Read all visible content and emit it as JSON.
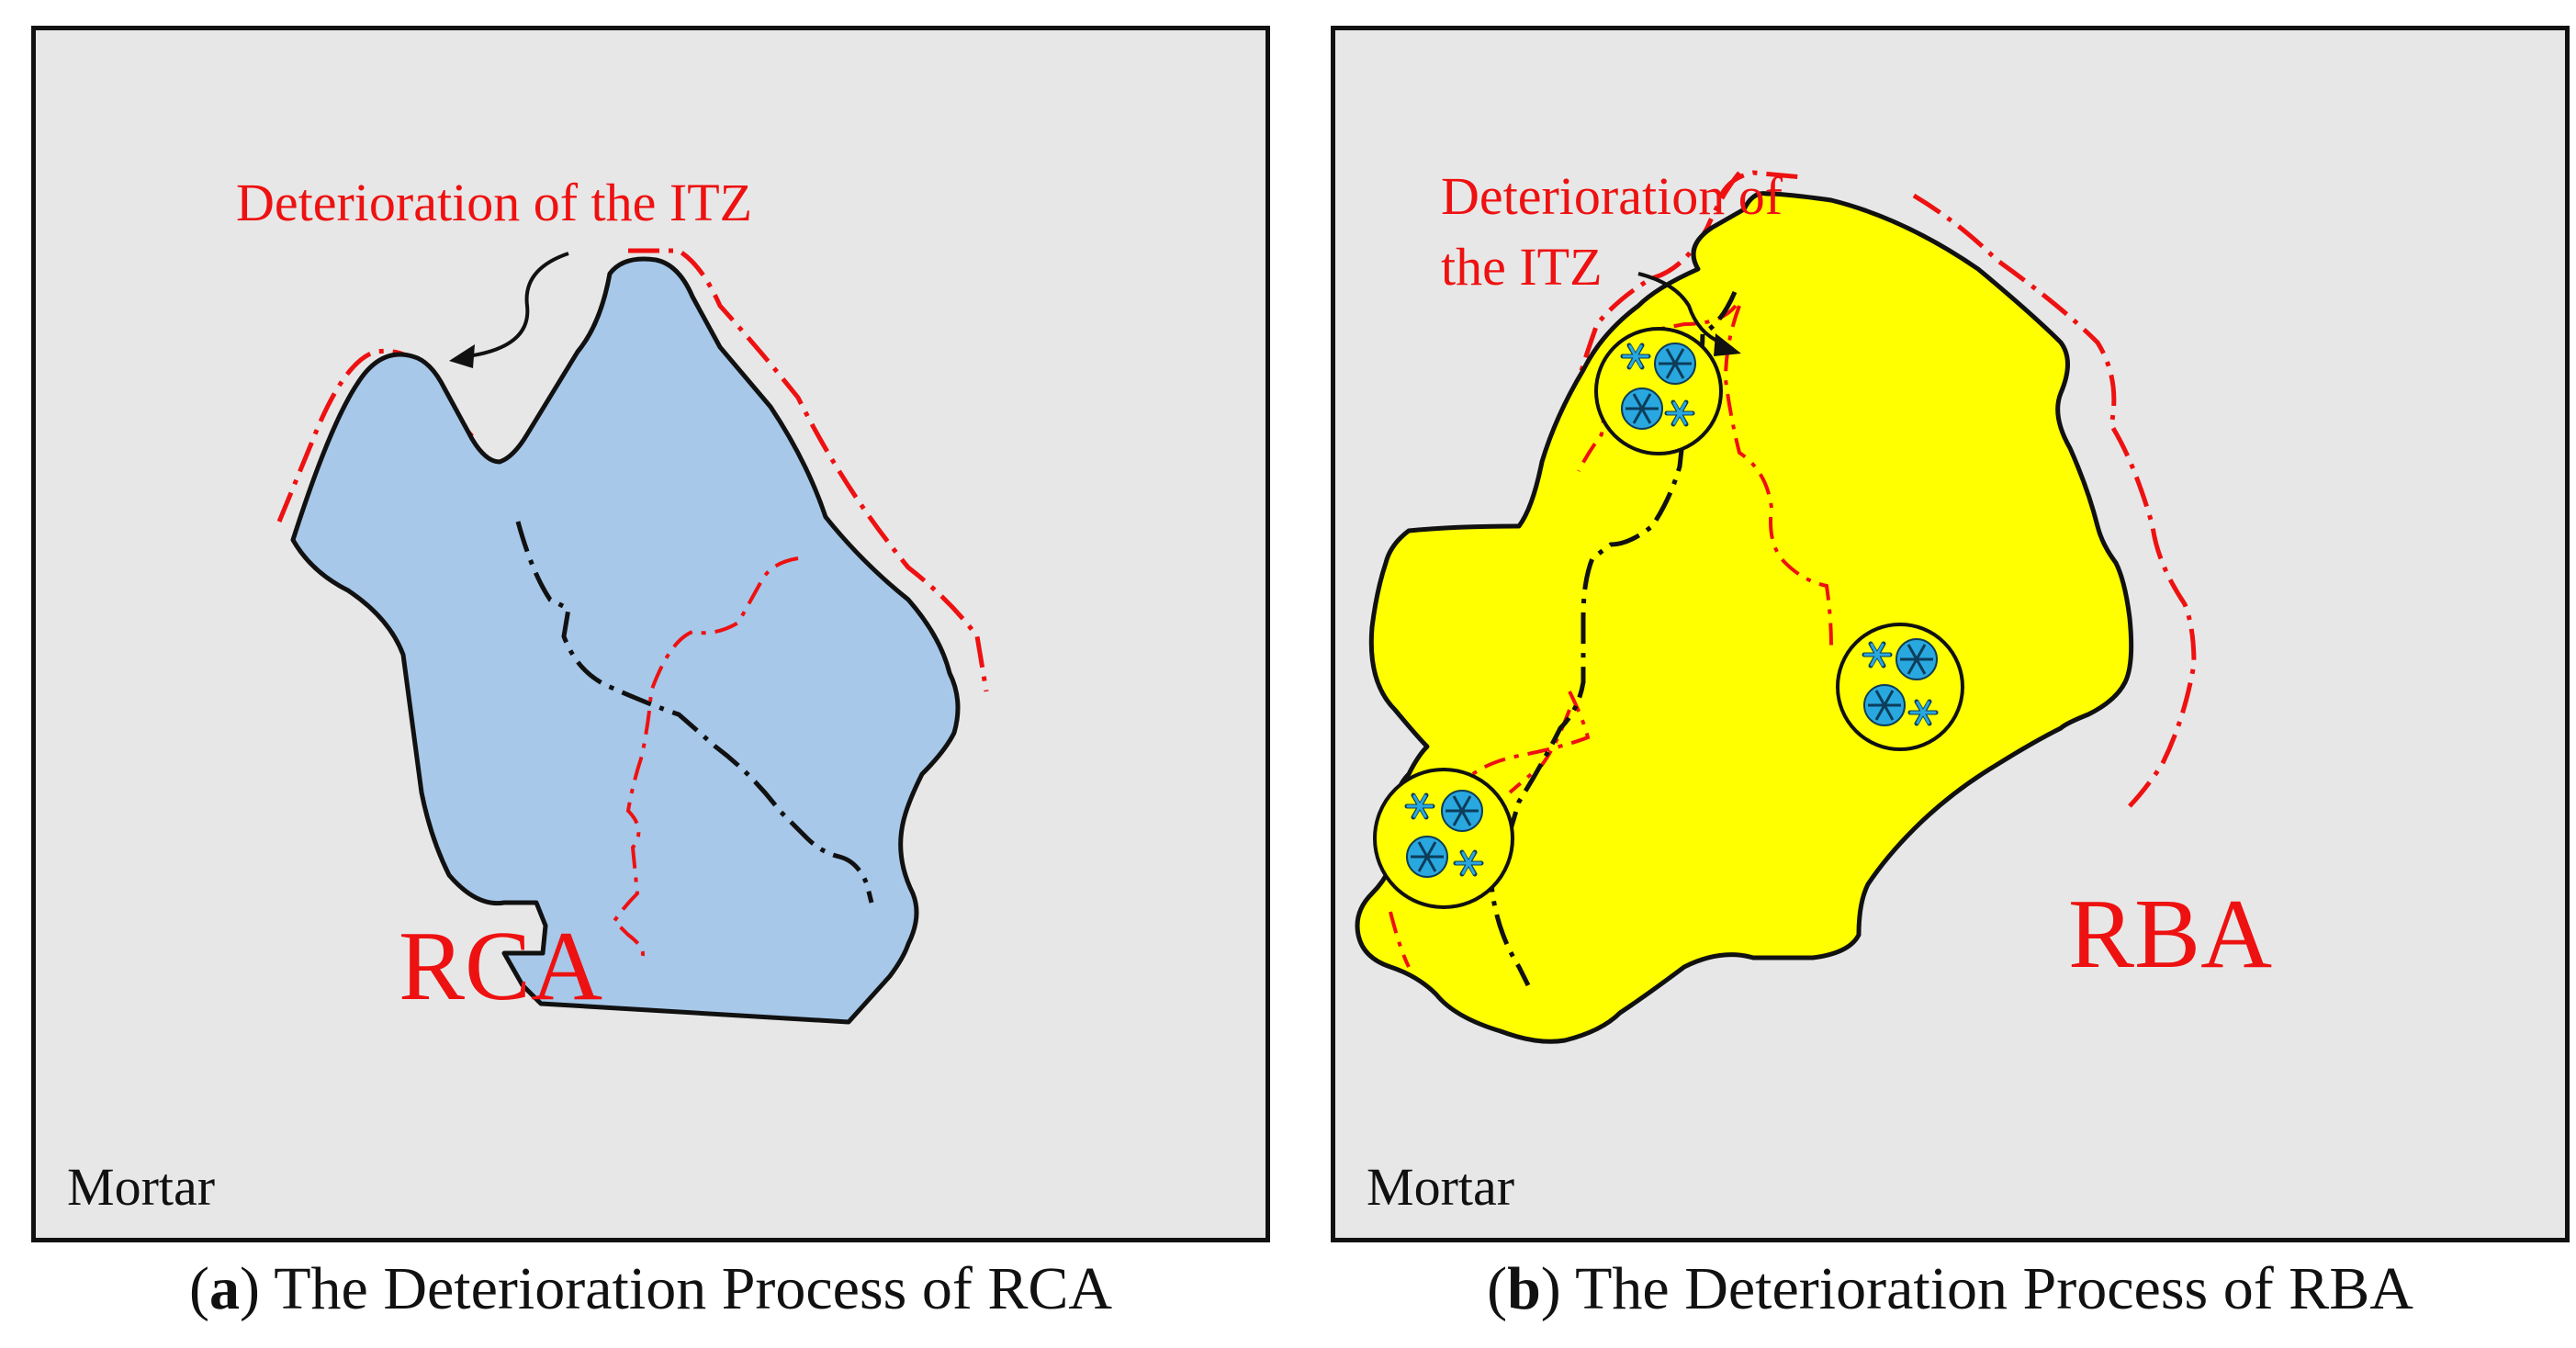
{
  "panel_a": {
    "itz_label": "Deterioration of the ITZ",
    "aggregate_label": "RCA",
    "mortar_label": "Mortar",
    "caption_letter": "a",
    "caption_text": "The Deterioration Process of RCA",
    "aggregate_color": "#a7c8e9"
  },
  "panel_b": {
    "itz_label_line1": "Deterioration of",
    "itz_label_line2": "the ITZ",
    "aggregate_label": "RBA",
    "mortar_label": "Mortar",
    "caption_letter": "b",
    "caption_text": "The Deterioration Process of RBA",
    "aggregate_color": "#ffff00",
    "ice_color": "#29a8e0"
  },
  "colors": {
    "mortar": "#e7e7e7",
    "deterioration": "#ee1111",
    "outline": "#111111"
  }
}
